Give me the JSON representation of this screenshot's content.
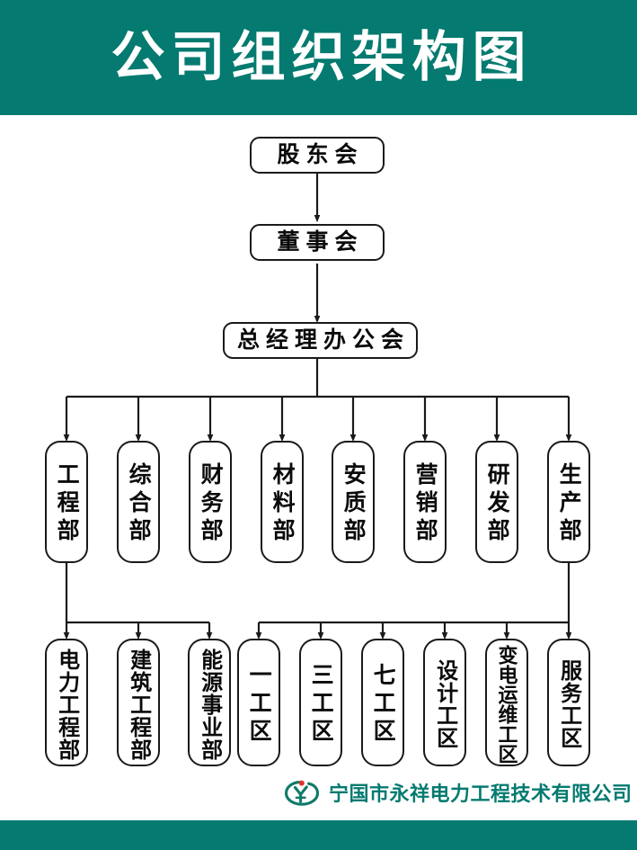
{
  "header": {
    "title": "公司组织架构图",
    "band_color": "#047a70"
  },
  "footer": {
    "band_color": "#047a70",
    "company_name": "宁国市永祥电力工程技术有限公司",
    "logo_name": "yongxiang-company-logo",
    "logo_colors": {
      "ring": "#0f7a68",
      "accent": "#e0342a"
    }
  },
  "chart": {
    "type": "org-chart",
    "orientation": "top-down",
    "connector_color": "#1a1a1a",
    "node_border_color": "#1a1a1a",
    "node_fill": "#ffffff",
    "levels": [
      {
        "level": 1,
        "nodes": [
          {
            "id": "shareholders",
            "label": "股东会"
          },
          {
            "id": "board",
            "label": "董事会"
          },
          {
            "id": "gm-office",
            "label": "总经理办公会"
          }
        ]
      },
      {
        "level": 2,
        "parent": "gm-office",
        "nodes": [
          {
            "id": "engineering",
            "label": "工程部"
          },
          {
            "id": "general-affairs",
            "label": "综合部"
          },
          {
            "id": "finance",
            "label": "财务部"
          },
          {
            "id": "materials",
            "label": "材料部"
          },
          {
            "id": "safety-quality",
            "label": "安质部"
          },
          {
            "id": "marketing",
            "label": "营销部"
          },
          {
            "id": "rnd",
            "label": "研发部"
          },
          {
            "id": "production",
            "label": "生产部"
          }
        ]
      },
      {
        "level": 3,
        "groups": [
          {
            "parent": "engineering",
            "nodes": [
              {
                "id": "power-eng",
                "label": "电力工程部"
              },
              {
                "id": "construction-eng",
                "label": "建筑工程部"
              },
              {
                "id": "energy-division",
                "label": "能源事业部"
              }
            ]
          },
          {
            "parent": "production",
            "nodes": [
              {
                "id": "zone-1",
                "label": "一工区"
              },
              {
                "id": "zone-3",
                "label": "三工区"
              },
              {
                "id": "zone-7",
                "label": "七工区"
              },
              {
                "id": "zone-design",
                "label": "设计工区"
              },
              {
                "id": "zone-substation-om",
                "label": "变电运维工区"
              },
              {
                "id": "zone-service",
                "label": "服务工区"
              }
            ]
          }
        ]
      }
    ]
  }
}
